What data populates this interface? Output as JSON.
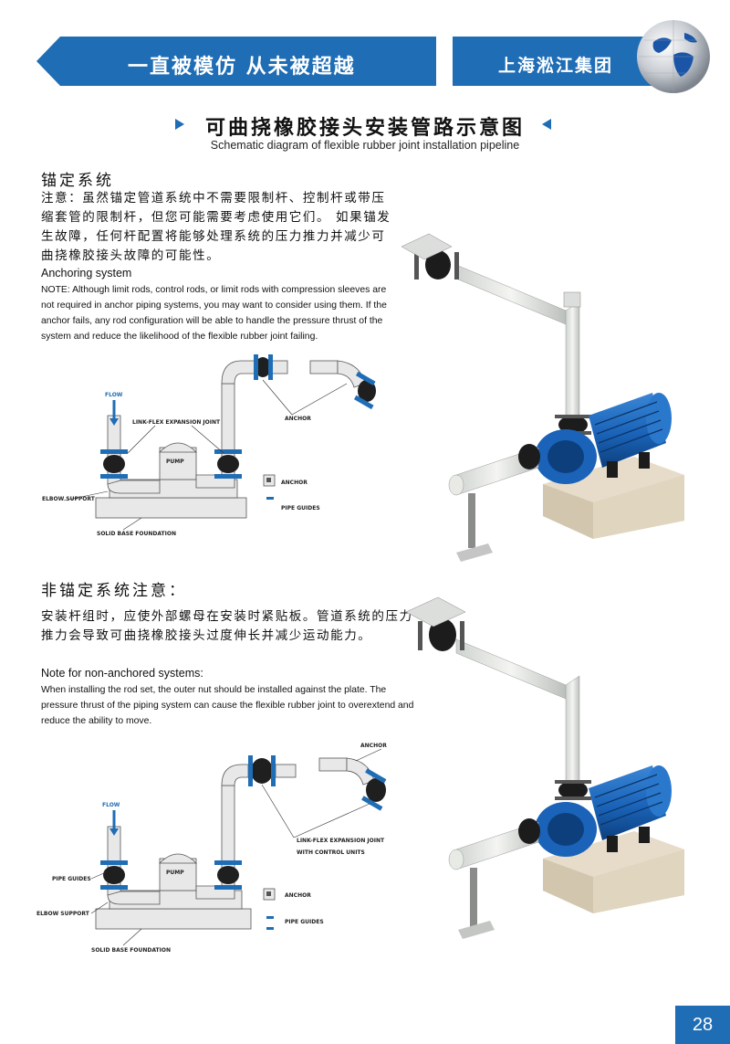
{
  "header": {
    "slogan": "一直被模仿 从未被超越",
    "company": "上海淞江集团"
  },
  "title": {
    "zh": "可曲挠橡胶接头安装管路示意图",
    "en": "Schematic diagram of flexible rubber joint installation pipeline"
  },
  "anchored": {
    "heading_zh": "锚定系统",
    "note_zh_lines": [
      "注意：虽然锚定管道系统中不需要限制杆、控制杆或带压",
      "缩套管的限制杆，但您可能需要考虑使用它们。 如果锚发",
      "生故障，任何杆配置将能够处理系统的压力推力并减少可",
      "曲挠橡胶接头故障的可能性。"
    ],
    "heading_en": "Anchoring system",
    "note_en_lines": [
      "NOTE: Although limit rods, control rods, or limit rods with compression sleeves are",
      "not required in anchor piping systems, you may want to consider using them. If the",
      "anchor fails, any rod configuration will be able to handle the pressure thrust of the",
      "system and reduce the likelihood of the flexible rubber joint failing."
    ],
    "diagram": {
      "flow": "FLOW",
      "expansion_joint": "LINK-FLEX EXPANSION JOINT",
      "anchor_top": "ANCHOR",
      "pump": "PUMP",
      "anchor_legend": "ANCHOR",
      "pipe_guides_legend": "PIPE GUIDES",
      "elbow_support": "ELBOW SUPPORT",
      "foundation": "SOLID BASE FOUNDATION"
    }
  },
  "non_anchored": {
    "heading_zh": "非锚定系统注意：",
    "note_zh_lines": [
      "安装杆组时，应使外部螺母在安装时紧贴板。管道系统的压力",
      "推力会导致可曲挠橡胶接头过度伸长并减少运动能力。"
    ],
    "heading_en": "Note for non-anchored systems:",
    "note_en_lines": [
      "When installing the rod set, the outer nut should be installed against the plate. The",
      "pressure thrust of the piping system can cause the flexible rubber joint to overextend and",
      "reduce the ability to move."
    ],
    "diagram": {
      "anchor_top": "ANCHOR",
      "flow": "FLOW",
      "expansion_joint_l1": "LINK-FLEX EXPANSION JOINT",
      "expansion_joint_l2": "WITH CONTROL UNITS",
      "pipe_guides_left": "PIPE GUIDES",
      "pump": "PUMP",
      "anchor_legend": "ANCHOR",
      "elbow_support": "ELBOW SUPPORT",
      "pipe_guides_legend": "PIPE GUIDES",
      "foundation": "SOLID BASE FOUNDATION"
    }
  },
  "page_number": "28",
  "colors": {
    "brand_blue": "#1f6db5",
    "motor_blue": "#1a63b8",
    "pipe_white": "#e9ece8",
    "base_beige": "#e6dcc9"
  }
}
